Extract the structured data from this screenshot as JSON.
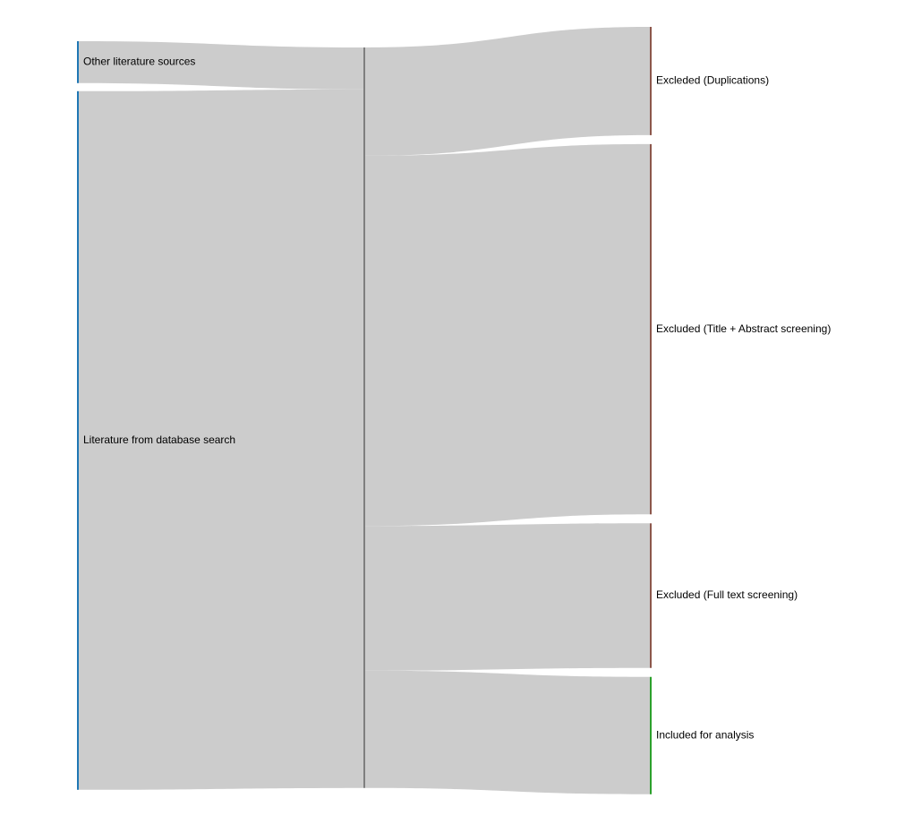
{
  "diagram": {
    "type": "sankey",
    "nodes": [
      {
        "id": "other",
        "label": "Other literature sources",
        "color": "#1f77b4"
      },
      {
        "id": "database",
        "label": "Literature from database search",
        "color": "#1f77b4"
      },
      {
        "id": "middle",
        "label": "",
        "color": "#7f7f7f"
      },
      {
        "id": "duplications",
        "label": "Excleded (Duplications)",
        "color": "#8c564b"
      },
      {
        "id": "title_abstract",
        "label": "Excluded (Title + Abstract screening)",
        "color": "#8c564b"
      },
      {
        "id": "full_text",
        "label": "Excluded (Full text screening)",
        "color": "#8c564b"
      },
      {
        "id": "included",
        "label": "Included for analysis",
        "color": "#2ca02c"
      }
    ],
    "links": [
      {
        "source": "other",
        "target": "middle",
        "value": 6
      },
      {
        "source": "database",
        "target": "middle",
        "value": 100
      },
      {
        "source": "middle",
        "target": "duplications",
        "value": 15.5
      },
      {
        "source": "middle",
        "target": "title_abstract",
        "value": 53
      },
      {
        "source": "middle",
        "target": "full_text",
        "value": 20.7
      },
      {
        "source": "middle",
        "target": "included",
        "value": 16.8
      }
    ],
    "link_color": "#cccccc"
  }
}
